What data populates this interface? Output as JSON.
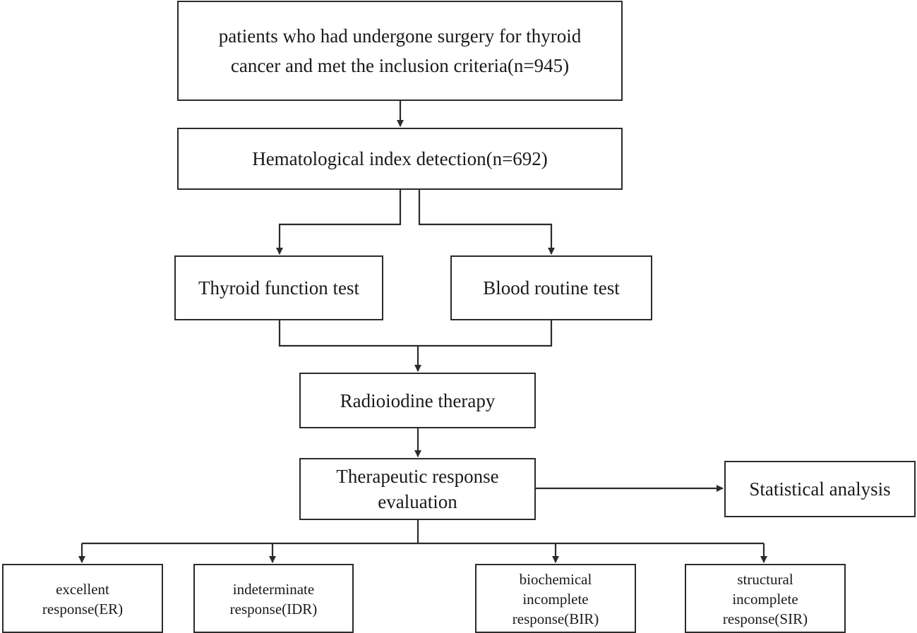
{
  "flowchart": {
    "inclusion": {
      "lines": [
        "patients who had undergone surgery for thyroid",
        "cancer and met the inclusion criteria(n=945)"
      ]
    },
    "hematological": {
      "label": "Hematological index detection(n=692)"
    },
    "thyroid_test": {
      "label": "Thyroid function test"
    },
    "blood_test": {
      "label": "Blood routine test"
    },
    "radioiodine": {
      "label": "Radioiodine therapy"
    },
    "evaluation": {
      "lines": [
        "Therapeutic response",
        "evaluation"
      ]
    },
    "statistics": {
      "label": "Statistical analysis"
    },
    "outcomes": [
      {
        "lines": [
          "excellent",
          "response(ER)"
        ]
      },
      {
        "lines": [
          "indeterminate",
          "response(IDR)"
        ]
      },
      {
        "lines": [
          "biochemical",
          "incomplete",
          "response(BIR)"
        ]
      },
      {
        "lines": [
          "structural",
          "incomplete",
          "response(SIR)"
        ]
      }
    ]
  },
  "colors": {
    "stroke": "#2b2b2b",
    "background": "#ffffff"
  }
}
